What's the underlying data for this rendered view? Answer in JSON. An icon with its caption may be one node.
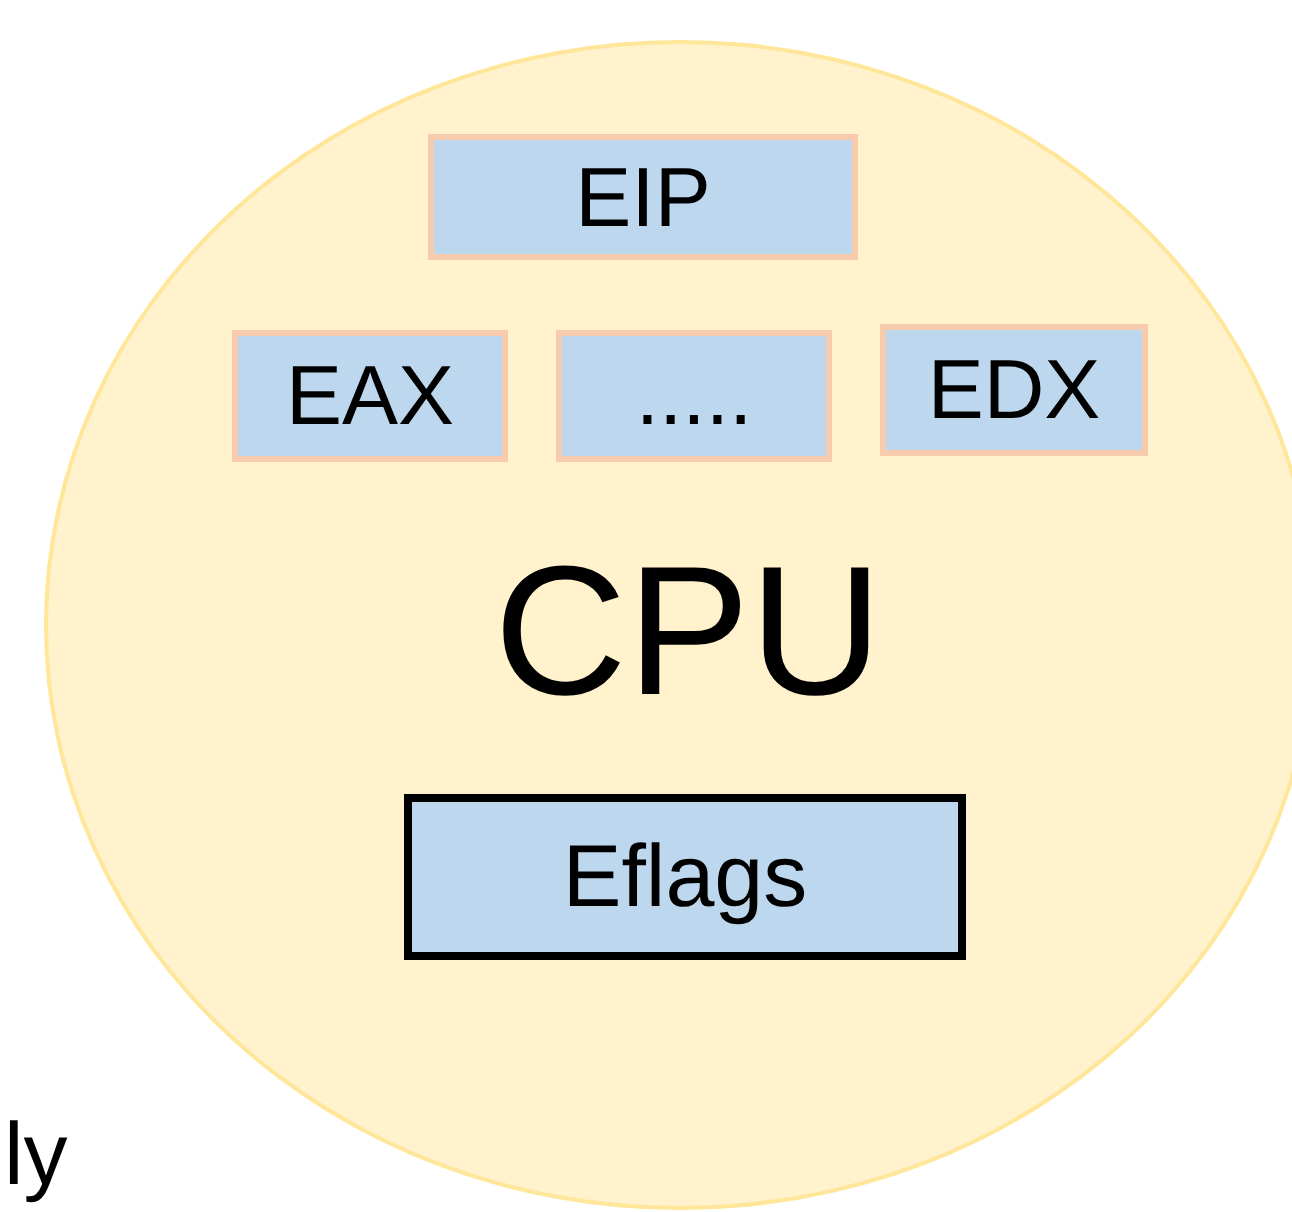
{
  "diagram": {
    "nodes": [
      {
        "text": [
          "CPU"
        ]
      },
      {
        "text": [
          "EIP"
        ],
        "in": 0
      },
      {
        "text": [
          "EAX"
        ],
        "in": 0
      },
      {
        "text": [
          "....."
        ],
        "in": 0
      },
      {
        "text": [
          "EDX"
        ],
        "in": 0
      },
      {
        "text": [
          "Eflags"
        ],
        "in": 0
      }
    ],
    "labels": [
      "ly"
    ]
  }
}
